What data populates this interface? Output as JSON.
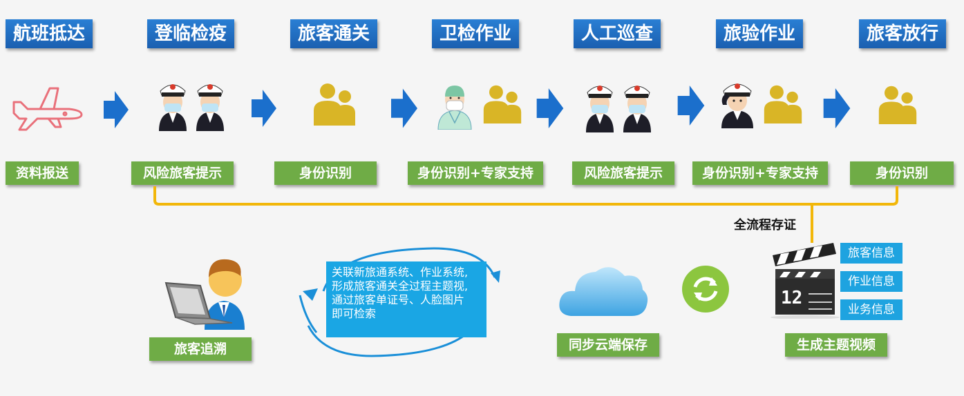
{
  "steps": [
    {
      "title": "航班抵达",
      "label": "资料报送"
    },
    {
      "title": "登临检疫",
      "label": "风险旅客提示"
    },
    {
      "title": "旅客通关",
      "label": "身份识别"
    },
    {
      "title": "卫检作业",
      "label": "身份识别+专家支持"
    },
    {
      "title": "人工巡查",
      "label": "风险旅客提示"
    },
    {
      "title": "旅验作业",
      "label": "身份识别+专家支持"
    },
    {
      "title": "旅客放行",
      "label": "身份识别"
    }
  ],
  "evidence_label": "全流程存证",
  "bottom": {
    "trace_label": "旅客追溯",
    "desc_lines": [
      "关联新旅通系统、作业系统,",
      "形成旅客通关全过程主题视,",
      "通过旅客单证号、人脸图片",
      "即可检索"
    ],
    "cloud_label": "同步云端保存",
    "video_label": "生成主题视频",
    "info_tags": [
      "旅客信息",
      "作业信息",
      "业务信息"
    ]
  },
  "colors": {
    "title_blue": "#1a5fb0",
    "label_green": "#6fac46",
    "bracket_yellow": "#f2b70a",
    "tag_blue": "#1ea3e0"
  }
}
